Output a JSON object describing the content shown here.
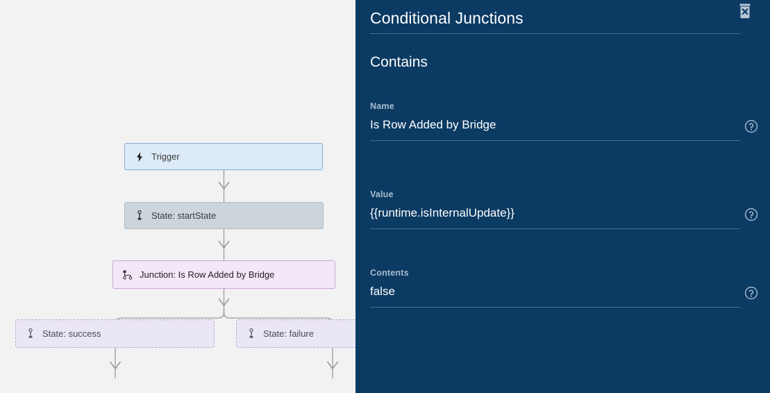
{
  "canvas": {
    "background_color": "#f2f2f2",
    "nodes": [
      {
        "id": "trigger",
        "label": "Trigger",
        "icon": "lightning-bolt-icon",
        "type": "trigger"
      },
      {
        "id": "start",
        "label": "State: startState",
        "icon": "state-pin-icon",
        "type": "state"
      },
      {
        "id": "junction",
        "label": "Junction: Is Row Added by Bridge",
        "icon": "junction-branch-icon",
        "type": "junction"
      },
      {
        "id": "success",
        "label": "State: success",
        "icon": "state-pin-icon",
        "type": "state-ghost"
      },
      {
        "id": "failure",
        "label": "State: failure",
        "icon": "state-pin-icon",
        "type": "state-ghost"
      }
    ],
    "colors": {
      "trigger_fill": "#ddeaf7",
      "trigger_border": "#7eabd4",
      "state_fill": "#ccd4dc",
      "junction_fill": "#f3e7f8",
      "junction_border": "#c9a8d8",
      "ghost_fill": "#ebe6f5",
      "ghost_border": "#b9a9d4",
      "connector": "#9a9a9a"
    }
  },
  "panel": {
    "title": "Conditional Junctions",
    "delete_icon": "trash-delete-icon",
    "section_title": "Contains",
    "background_color": "#0b3a63",
    "accent_rule_color": "#4b6e92",
    "label_color": "#a8bccf",
    "fields": [
      {
        "label": "Name",
        "value": "Is Row Added by Bridge",
        "help_icon": "help-circle-icon"
      },
      {
        "label": "Value",
        "value": "{{runtime.isInternalUpdate}}",
        "help_icon": "help-circle-icon"
      },
      {
        "label": "Contents",
        "value": "false",
        "help_icon": "help-circle-icon"
      }
    ]
  }
}
